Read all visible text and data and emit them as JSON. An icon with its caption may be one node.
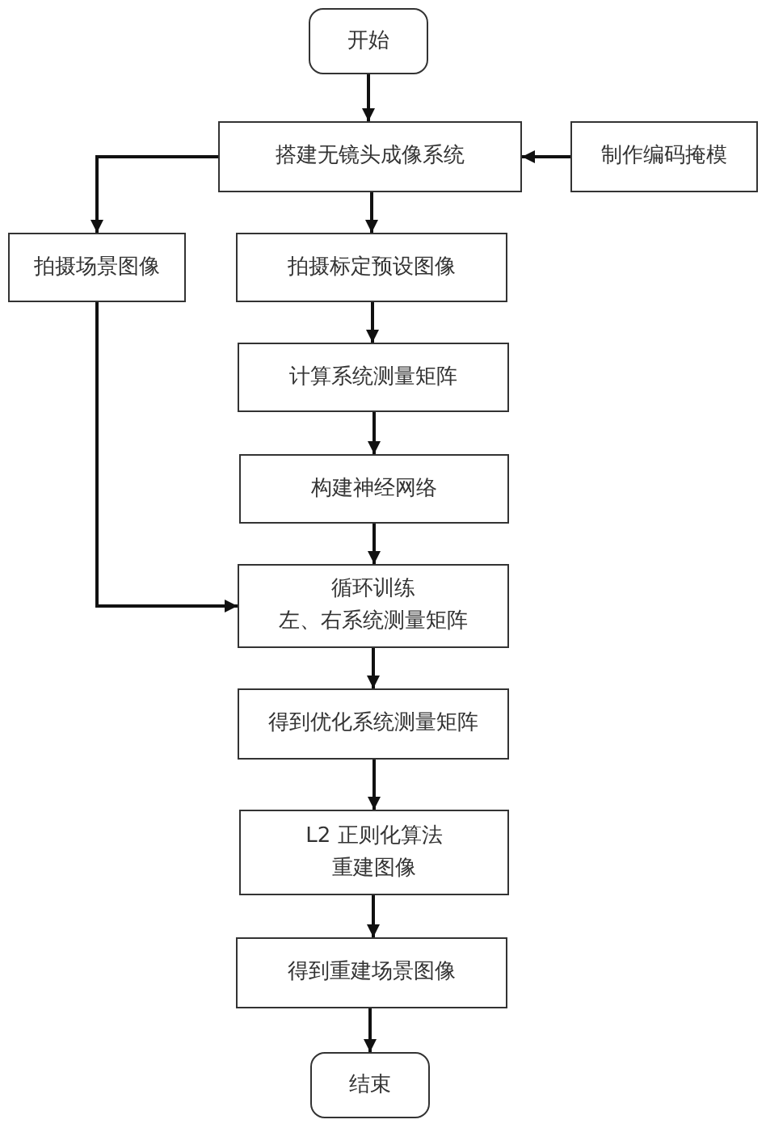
{
  "diagram": {
    "nodes": [
      {
        "text": [
          "开始"
        ]
      },
      {
        "text": [
          "搭建无镜头成像系统"
        ]
      },
      {
        "text": [
          "制作编码掩模"
        ]
      },
      {
        "text": [
          "拍摄场景图像"
        ]
      },
      {
        "text": [
          "拍摄标定预设图像"
        ]
      },
      {
        "text": [
          "计算系统测量矩阵"
        ]
      },
      {
        "text": [
          "构建神经网络"
        ]
      },
      {
        "text": [
          "循环训练",
          "左、右系统测量矩阵"
        ]
      },
      {
        "text": [
          "得到优化系统测量矩阵"
        ]
      },
      {
        "text": [
          "L2 正则化算法",
          "重建图像"
        ]
      },
      {
        "text": [
          "得到重建场景图像"
        ]
      },
      {
        "text": [
          "结束"
        ]
      }
    ],
    "edges": [
      {
        "from": 0,
        "to": 1,
        "arrow": "to"
      },
      {
        "from": 2,
        "to": 1,
        "arrow": "to"
      },
      {
        "from": 1,
        "to": 3,
        "arrow": "to"
      },
      {
        "from": 1,
        "to": 4,
        "arrow": "to"
      },
      {
        "from": 4,
        "to": 5,
        "arrow": "to"
      },
      {
        "from": 5,
        "to": 6,
        "arrow": "to"
      },
      {
        "from": 6,
        "to": 7,
        "arrow": "to"
      },
      {
        "from": 3,
        "to": 7,
        "arrow": "to"
      },
      {
        "from": 7,
        "to": 8,
        "arrow": "to"
      },
      {
        "from": 8,
        "to": 9,
        "arrow": "to"
      },
      {
        "from": 9,
        "to": 10,
        "arrow": "to"
      },
      {
        "from": 10,
        "to": 11,
        "arrow": "to"
      }
    ]
  }
}
